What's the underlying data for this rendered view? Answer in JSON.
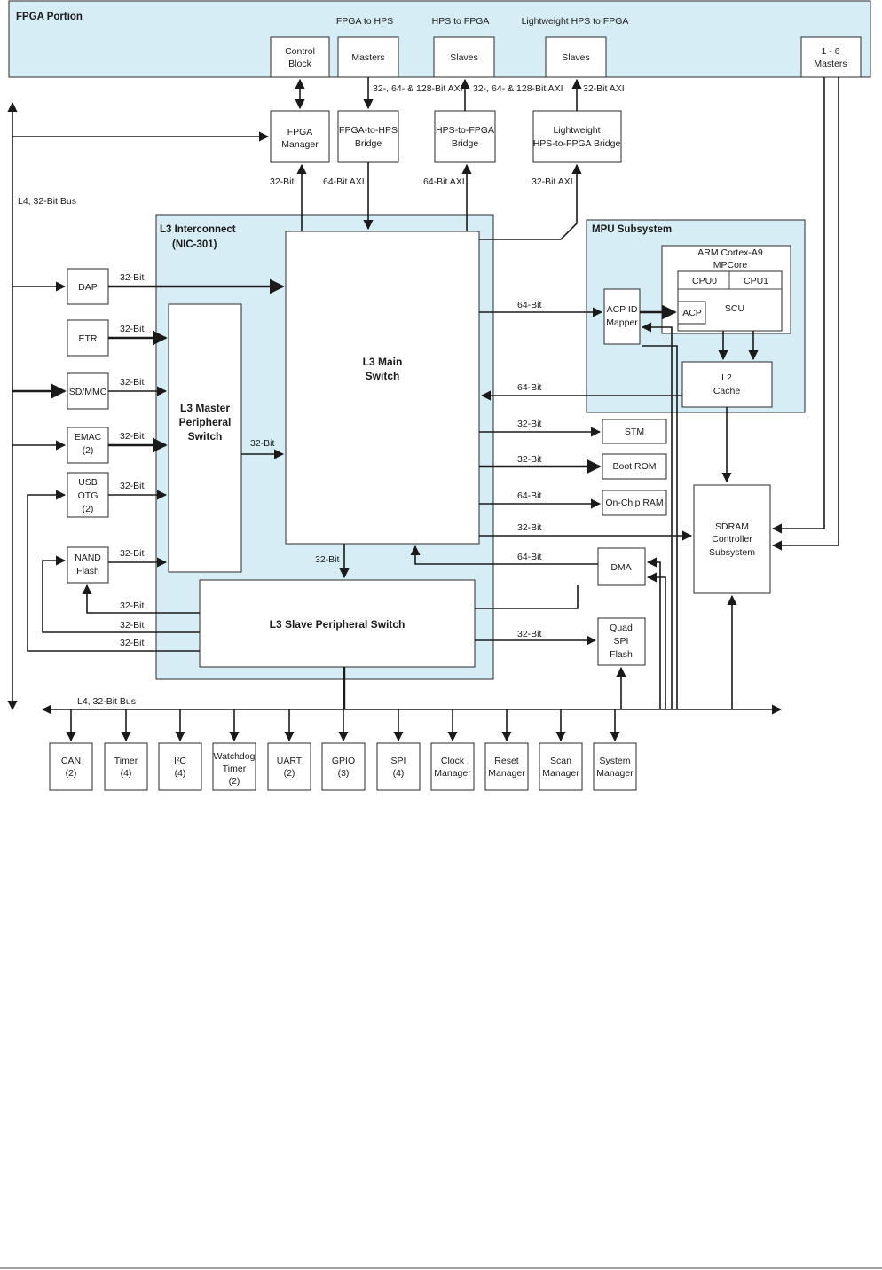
{
  "fpga": {
    "title": "FPGA Portion",
    "hdr_fpga_to_hps": "FPGA to HPS",
    "hdr_hps_to_fpga": "HPS to FPGA",
    "hdr_lw_hps_to_fpga": "Lightweight HPS to FPGA",
    "control_block": [
      "Control",
      "Block"
    ],
    "masters": "Masters",
    "slaves": "Slaves",
    "lw_slaves": "Slaves",
    "masters_1_6": [
      "1 - 6",
      "Masters"
    ]
  },
  "bridges": {
    "fpga_manager": [
      "FPGA",
      "Manager"
    ],
    "f2h": [
      "FPGA-to-HPS",
      "Bridge"
    ],
    "h2f": [
      "HPS-to-FPGA",
      "Bridge"
    ],
    "lw": [
      "Lightweight",
      "HPS-to-FPGA Bridge"
    ]
  },
  "bus_labels": {
    "axi_multi_1": "32-, 64- & 128-Bit AXI",
    "axi_multi_2": "32-, 64- & 128-Bit AXI",
    "axi_32_top": "32-Bit AXI",
    "fm_32": "32-Bit",
    "f2h_64": "64-Bit AXI",
    "h2f_64": "64-Bit AXI",
    "lw_32": "32-Bit AXI",
    "l4_left": "L4, 32-Bit Bus",
    "l4_bottom": "L4, 32-Bit Bus",
    "dap_32": "32-Bit",
    "etr_32": "32-Bit",
    "sdmmc_32": "32-Bit",
    "emac_32": "32-Bit",
    "usb_32": "32-Bit",
    "nand_32": "32-Bit",
    "mps_32": "32-Bit",
    "main_slave_32": "32-Bit",
    "sps_out_1": "32-Bit",
    "sps_out_2": "32-Bit",
    "sps_out_3": "32-Bit",
    "acp_64": "64-Bit",
    "l2_64": "64-Bit",
    "stm_32": "32-Bit",
    "bootrom_32": "32-Bit",
    "ocram_64": "64-Bit",
    "sdram_32": "32-Bit",
    "dma_64": "64-Bit",
    "qspi_32": "32-Bit"
  },
  "l3": {
    "title_1": "L3 Interconnect",
    "title_2": "(NIC-301)",
    "main_switch": [
      "L3 Main",
      "Switch"
    ],
    "master_switch": [
      "L3 Master",
      "Peripheral",
      "Switch"
    ],
    "slave_switch": "L3 Slave Peripheral Switch"
  },
  "masters_left": {
    "dap": "DAP",
    "etr": "ETR",
    "sdmmc": "SD/MMC",
    "emac": [
      "EMAC",
      "(2)"
    ],
    "usb": [
      "USB",
      "OTG",
      "(2)"
    ],
    "nand": [
      "NAND",
      "Flash"
    ]
  },
  "mpu": {
    "title": "MPU Subsystem",
    "arm": [
      "ARM Cortex-A9",
      "MPCore"
    ],
    "cpu0": "CPU0",
    "cpu1": "CPU1",
    "acp": "ACP",
    "scu": "SCU",
    "acp_mapper": [
      "ACP ID",
      "Mapper"
    ],
    "l2": [
      "L2",
      "Cache"
    ]
  },
  "right_slaves": {
    "stm": "STM",
    "bootrom": "Boot ROM",
    "ocram": "On-Chip RAM",
    "sdram": [
      "SDRAM",
      "Controller",
      "Subsystem"
    ],
    "dma": "DMA",
    "qspi": [
      "Quad",
      "SPI",
      "Flash"
    ]
  },
  "peripherals": [
    {
      "l1": "CAN",
      "l2": "(2)"
    },
    {
      "l1": "Timer",
      "l2": "(4)"
    },
    {
      "l1": "I²C",
      "l2": "(4)"
    },
    {
      "l1": "Watchdog",
      "l2": "Timer",
      "l3": "(2)"
    },
    {
      "l1": "UART",
      "l2": "(2)"
    },
    {
      "l1": "GPIO",
      "l2": "(3)"
    },
    {
      "l1": "SPI",
      "l2": "(4)"
    },
    {
      "l1": "Clock",
      "l2": "Manager"
    },
    {
      "l1": "Reset",
      "l2": "Manager"
    },
    {
      "l1": "Scan",
      "l2": "Manager"
    },
    {
      "l1": "System",
      "l2": "Manager"
    }
  ]
}
